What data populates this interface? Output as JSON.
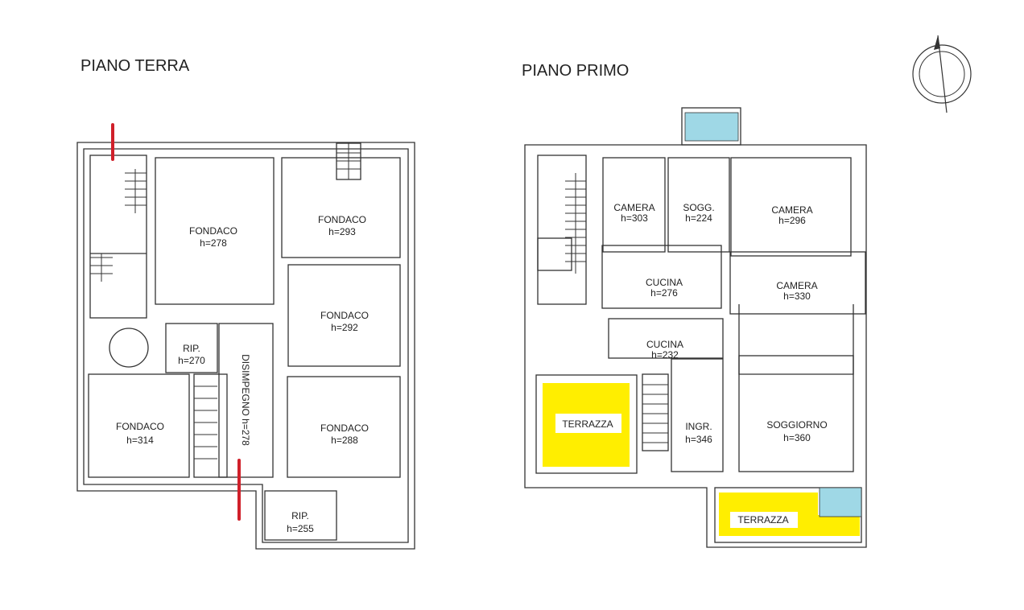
{
  "ground_floor": {
    "title": "PIANO TERRA",
    "rooms": [
      {
        "name": "FONDACO",
        "height": "h=278"
      },
      {
        "name": "FONDACO",
        "height": "h=293"
      },
      {
        "name": "FONDACO",
        "height": "h=292"
      },
      {
        "name": "RIP.",
        "height": "h=270"
      },
      {
        "name": "DISIMPEGNO h=278"
      },
      {
        "name": "FONDACO",
        "height": "h=314"
      },
      {
        "name": "FONDACO",
        "height": "h=288"
      },
      {
        "name": "RIP.",
        "height": "h=255"
      }
    ]
  },
  "first_floor": {
    "title": "PIANO PRIMO",
    "rooms": [
      {
        "name": "CAMERA",
        "height": "h=303"
      },
      {
        "name": "SOGG.",
        "height": "h=224"
      },
      {
        "name": "CAMERA",
        "height": "h=296"
      },
      {
        "name": "CUCINA",
        "height": "h=276"
      },
      {
        "name": "CAMERA",
        "height": "h=330"
      },
      {
        "name": "CUCINA",
        "height": "h=232"
      },
      {
        "name": "TERRAZZA"
      },
      {
        "name": "INGR.",
        "height": "h=346"
      },
      {
        "name": "SOGGIORNO",
        "height": "h=360"
      },
      {
        "name": "TERRAZZA"
      }
    ]
  },
  "colors": {
    "terrace": "#ffee00",
    "pool": "#9fd8e6",
    "marker": "#d0202a"
  }
}
